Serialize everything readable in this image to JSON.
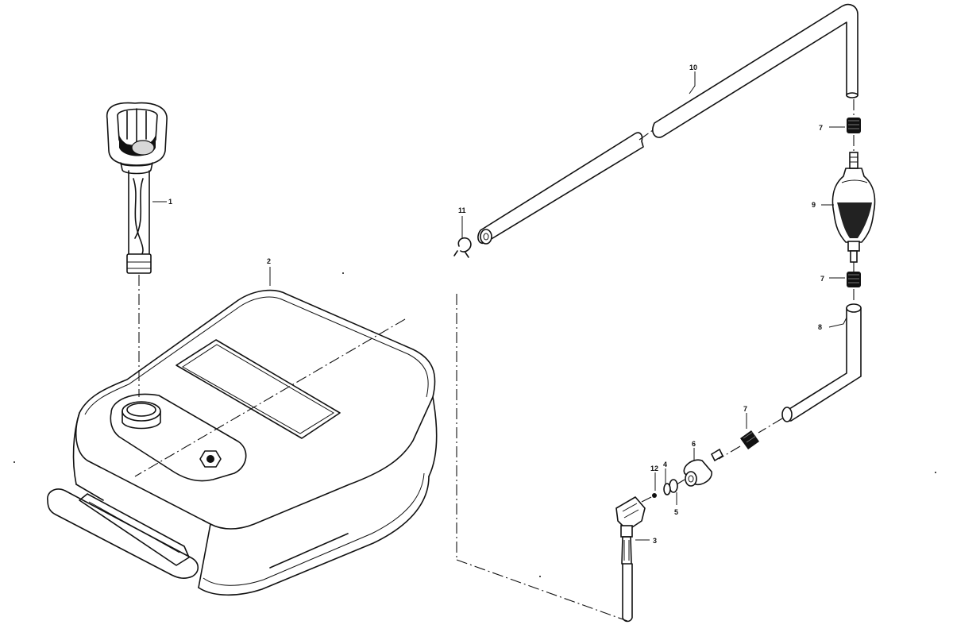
{
  "diagram": {
    "callouts": [
      {
        "id": "c1",
        "number": "1"
      },
      {
        "id": "c2",
        "number": "2"
      },
      {
        "id": "c3",
        "number": "3"
      },
      {
        "id": "c4",
        "number": "4"
      },
      {
        "id": "c5",
        "number": "5"
      },
      {
        "id": "c6",
        "number": "6"
      },
      {
        "id": "c7a",
        "number": "7"
      },
      {
        "id": "c7b",
        "number": "7"
      },
      {
        "id": "c7c",
        "number": "7"
      },
      {
        "id": "c8",
        "number": "8"
      },
      {
        "id": "c9",
        "number": "9"
      },
      {
        "id": "c10",
        "number": "10"
      },
      {
        "id": "c11",
        "number": "11"
      },
      {
        "id": "c12",
        "number": "12"
      }
    ]
  }
}
